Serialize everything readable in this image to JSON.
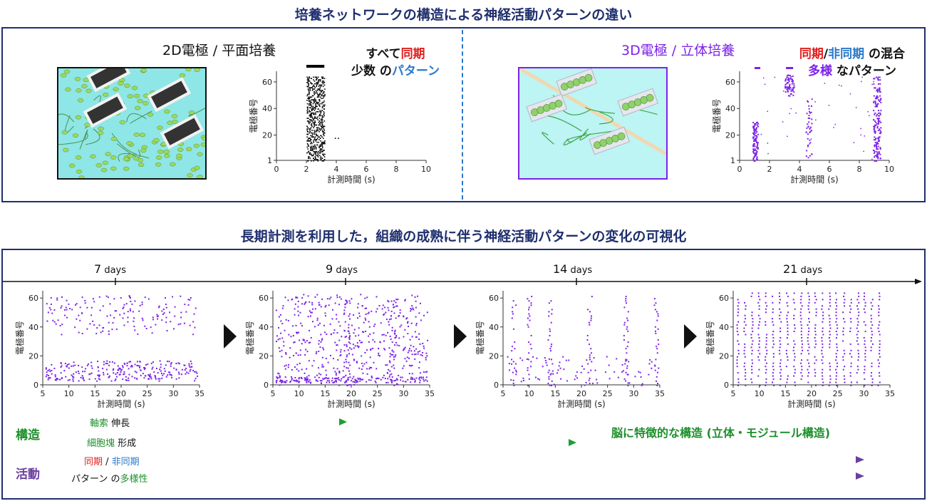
{
  "top_section": {
    "title": "培養ネットワークの構造による神経活動パターンの違い",
    "left": {
      "title": "2D電極 / 平面培養",
      "anno_line1_pre": "すべて",
      "anno_line1_em": "同期",
      "anno_line2_pre": "少数 の",
      "anno_line2_em": "パターン"
    },
    "right": {
      "title": "3D電極 / 立体培養",
      "anno_line1_a": "同期",
      "anno_line1_sep": "/",
      "anno_line1_b": "非同期",
      "anno_line1_post": " の混合",
      "anno_line2_em": "多様",
      "anno_line2_post": " なパターン"
    }
  },
  "bottom_section": {
    "title": "長期計測を利用した，組織の成熟に伴う神経活動パターンの変化の可視化",
    "timeline": [
      {
        "num": "7",
        "unit": " days"
      },
      {
        "num": "9",
        "unit": " days"
      },
      {
        "num": "14",
        "unit": " days"
      },
      {
        "num": "21",
        "unit": " days"
      }
    ],
    "structure": {
      "label": "構造",
      "item1_em": "軸索",
      "item1_post": " 伸長",
      "item2_em": "細胞塊",
      "item2_post": " 形成",
      "goal": "脳に特徴的な構造 (立体・モジュール構造)"
    },
    "activity": {
      "label": "活動",
      "item1_a": "同期",
      "item1_sep": " / ",
      "item1_b": "非同期",
      "item2_pre": "パターン の",
      "item2_em": "多様性"
    }
  },
  "colors": {
    "title_navy": "#1f2f6e",
    "sync_red": "#e0201e",
    "async_blue": "#2a78c8",
    "raster_purple": "#7c22e8",
    "structure_green": "#1e8f2c",
    "activity_purple": "#6b3fa0"
  },
  "chart_data": [
    {
      "type": "scatter",
      "id": "raster-2d",
      "xlabel": "計測時間 (s)",
      "ylabel": "電極番号",
      "xlim": [
        0,
        10
      ],
      "ylim": [
        1,
        68
      ],
      "xticks": [
        0,
        2,
        4,
        6,
        8,
        10
      ],
      "yticks": [
        1,
        20,
        40,
        60
      ],
      "color": "#000000",
      "bursts": [
        [
          2.0,
          3.2
        ]
      ],
      "extra_points": [
        [
          3.9,
          18
        ],
        [
          4.1,
          18
        ]
      ]
    },
    {
      "type": "scatter",
      "id": "raster-3d",
      "xlabel": "計測時間 (s)",
      "ylabel": "電極番号",
      "xlim": [
        0,
        10
      ],
      "ylim": [
        1,
        68
      ],
      "xticks": [
        0,
        2,
        4,
        6,
        8,
        10
      ],
      "yticks": [
        1,
        20,
        40,
        60
      ],
      "color": "#7c22e8",
      "bursts": [
        [
          0.9,
          1.2
        ],
        [
          8.9,
          9.4
        ]
      ],
      "clusters": [
        [
          3.0,
          3.6,
          55,
          66
        ],
        [
          4.4,
          4.8,
          3,
          50
        ],
        [
          0.8,
          1.3,
          1,
          30
        ]
      ]
    },
    {
      "type": "scatter",
      "id": "raster-7d",
      "xlabel": "計測時間 (s)",
      "ylabel": "電極番号",
      "xlim": [
        5,
        35
      ],
      "ylim": [
        0,
        65
      ],
      "xticks": [
        5,
        10,
        15,
        20,
        25,
        30,
        35
      ],
      "yticks": [
        0,
        20,
        40,
        60
      ]
    },
    {
      "type": "scatter",
      "id": "raster-9d",
      "xlabel": "計測時間 (s)",
      "ylabel": "電極番号",
      "xlim": [
        5,
        35
      ],
      "ylim": [
        0,
        65
      ],
      "xticks": [
        5,
        10,
        15,
        20,
        25,
        30,
        35
      ],
      "yticks": [
        0,
        20,
        40,
        60
      ]
    },
    {
      "type": "scatter",
      "id": "raster-14d",
      "xlabel": "計測時間 (s)",
      "ylabel": "電極番号",
      "xlim": [
        5,
        35
      ],
      "ylim": [
        0,
        65
      ],
      "xticks": [
        5,
        10,
        15,
        20,
        25,
        30,
        35
      ],
      "yticks": [
        0,
        20,
        40,
        60
      ],
      "bursts": [
        6.5,
        9.5,
        13.5,
        21,
        28,
        33.8
      ]
    },
    {
      "type": "scatter",
      "id": "raster-21d",
      "xlabel": "計測時間 (s)",
      "ylabel": "電極番号",
      "xlim": [
        5,
        35
      ],
      "ylim": [
        0,
        65
      ],
      "xticks": [
        5,
        10,
        15,
        20,
        25,
        30,
        35
      ],
      "yticks": [
        0,
        20,
        40,
        60
      ]
    }
  ]
}
